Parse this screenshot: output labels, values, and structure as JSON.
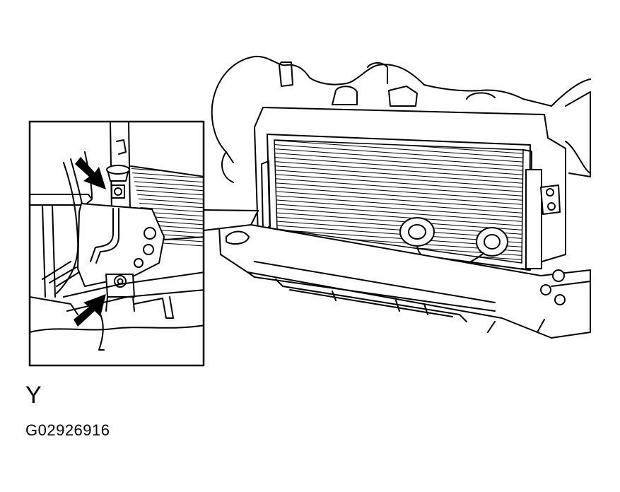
{
  "figure": {
    "view_letter": "Y",
    "figure_code": "G02926916"
  },
  "arrows": [
    {
      "name": "upper-bolt-arrow",
      "points_to": "upper-bolt"
    },
    {
      "name": "lower-bolt-arrow",
      "points_to": "lower-bolt"
    }
  ],
  "colors": {
    "line": "#000000",
    "background": "#ffffff"
  }
}
